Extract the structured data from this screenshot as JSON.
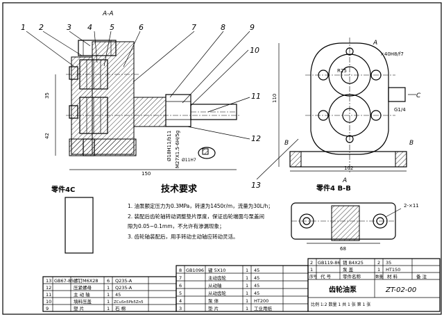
{
  "drawing": {
    "section_label": "A-A",
    "view_a_label": "A",
    "balloons": [
      "1",
      "2",
      "3",
      "4",
      "5",
      "6",
      "7",
      "8",
      "9",
      "10",
      "11",
      "12",
      "13"
    ],
    "dims_main": {
      "width_150": "150",
      "h_35": "35",
      "h_42": "42",
      "d_bore": "Ø11H7",
      "thread": "M27X1.5-6H/5g",
      "d18": "Ø18H11/b11"
    },
    "dims_side": {
      "w_102": "102",
      "h_110": "110",
      "d_40": "×40H8/f7",
      "pipe": "G1/4",
      "arrow_c": "C",
      "note_b_left": "B",
      "note_b_right": "B",
      "a_bottom": "A",
      "r_label": "R25",
      "a_label": "A"
    },
    "part4_title": "零件4C",
    "part4bb_title": "零件4 B-B",
    "part4bb_dims": {
      "w": "68",
      "hole": "2-×11"
    },
    "tech_title": "技术要求",
    "tech_lines": [
      "1. 油泵额定压力为0.3MPa，转速为1450r/m，流量为30L/h；",
      "2. 装配后齿轮轴转动调整垫片厚度，保证齿轮端面与泵盖间",
      "   隙为0.05~0.1mm，不允许有渗漏现象；",
      "3. 齿轮轴装配后，用手转动主动轴应转动灵活。"
    ]
  },
  "bom": {
    "left_rows": [
      {
        "no": "13",
        "std": "GB67-85",
        "name": "螺钉M6X28",
        "qty": "6",
        "mat": "Q235-A"
      },
      {
        "no": "12",
        "std": "",
        "name": "压紧螺母",
        "qty": "1",
        "mat": "Q235-A"
      },
      {
        "no": "11",
        "std": "",
        "name": "主 动 轴",
        "qty": "1",
        "mat": "45"
      },
      {
        "no": "10",
        "std": "",
        "name": "填料压盖",
        "qty": "1",
        "mat": "ZCuSn5Pb5Zn5"
      },
      {
        "no": "9",
        "std": "",
        "name": "塑 片",
        "qty": "1",
        "mat": "石 棉"
      }
    ],
    "mid_rows": [
      {
        "no": "8",
        "std": "GB1096",
        "name": "键 5X10",
        "qty": "1",
        "mat": "45"
      },
      {
        "no": "7",
        "std": "",
        "name": "主动齿轮",
        "qty": "1",
        "mat": "45"
      },
      {
        "no": "6",
        "std": "",
        "name": "从动轴",
        "qty": "1",
        "mat": "45"
      },
      {
        "no": "5",
        "std": "",
        "name": "从动齿轮",
        "qty": "1",
        "mat": "45"
      },
      {
        "no": "4",
        "std": "",
        "name": "泵 体",
        "qty": "1",
        "mat": "HT200"
      },
      {
        "no": "3",
        "std": "",
        "name": "垫 片",
        "qty": "1",
        "mat": "工业用纸"
      }
    ],
    "right_rows": [
      {
        "no": "2",
        "std": "GB119-86",
        "name": "销 B4X25",
        "qty": "2",
        "mat": "35"
      },
      {
        "no": "1",
        "std": "",
        "name": "泵 盖",
        "qty": "1",
        "mat": "HT150"
      }
    ],
    "header": {
      "no": "序号",
      "code": "代 号",
      "name": "零件名称",
      "qty": "数量",
      "mat": "材 料",
      "remark": "备 注"
    },
    "title_name": "齿轮油泵",
    "drawing_no": "ZT-02-00",
    "scale_row": "比例 1:2   数量 1   共 1 张  第 1 张"
  }
}
